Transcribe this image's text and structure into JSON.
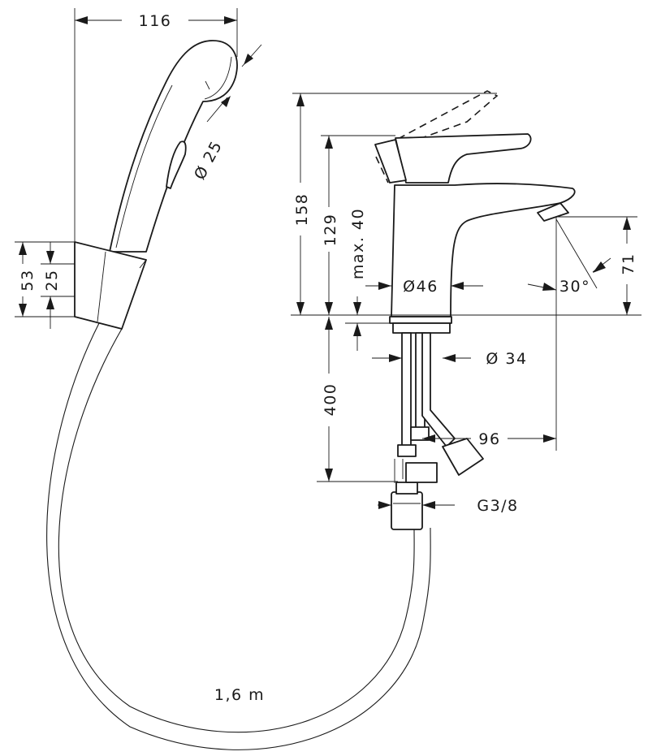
{
  "dimensions": {
    "hand_shower_width": "116",
    "hand_shower_diameter": "Ø 25",
    "holder_height": "53",
    "holder_inner": "25",
    "total_height": "158",
    "spout_height": "129",
    "max_thickness": "max. 40",
    "body_diameter": "Ø46",
    "outlet_height": "71",
    "spout_angle": "30°",
    "mount_diameter": "Ø 34",
    "hose_length_supply": "400",
    "projection": "96",
    "thread": "G3/8",
    "shower_hose_length": "1,6 m"
  }
}
